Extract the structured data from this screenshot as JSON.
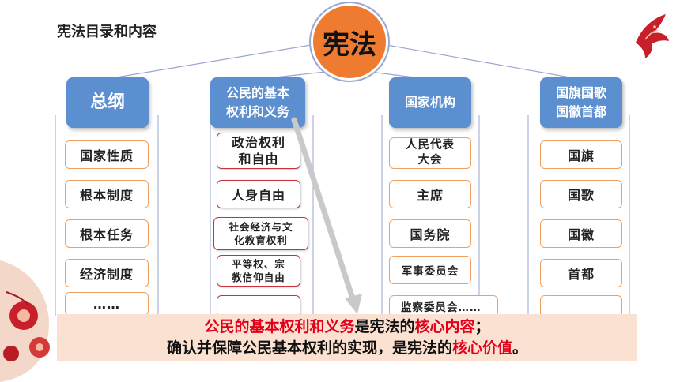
{
  "title": "宪法目录和内容",
  "center": "宪法",
  "columns": [
    {
      "header": [
        "总纲"
      ],
      "items": [
        {
          "lines": [
            "国家性质"
          ]
        },
        {
          "lines": [
            "根本制度"
          ]
        },
        {
          "lines": [
            "根本任务"
          ]
        },
        {
          "lines": [
            "经济制度"
          ]
        },
        {
          "lines": [
            "……"
          ]
        }
      ]
    },
    {
      "header": [
        "公民的基本",
        "权利和义务"
      ],
      "items": [
        {
          "lines": [
            "政治权利",
            "和自由"
          ]
        },
        {
          "lines": [
            "人身自由"
          ]
        },
        {
          "lines": [
            "社会经济与文",
            "化教育权利"
          ]
        },
        {
          "lines": [
            "平等权、宗",
            "教信仰自由"
          ]
        },
        {
          "lines": [
            ""
          ]
        }
      ]
    },
    {
      "header": [
        "国家机构"
      ],
      "items": [
        {
          "lines": [
            "人民代表",
            "大会"
          ]
        },
        {
          "lines": [
            "主席"
          ]
        },
        {
          "lines": [
            "国务院"
          ]
        },
        {
          "lines": [
            "军事委员会"
          ]
        },
        {
          "lines": [
            "监察委员会……"
          ]
        }
      ]
    },
    {
      "header": [
        "国旗国歌",
        "国徽首都"
      ],
      "items": [
        {
          "lines": [
            "国旗"
          ]
        },
        {
          "lines": [
            "国歌"
          ]
        },
        {
          "lines": [
            "国徽"
          ]
        },
        {
          "lines": [
            "首都"
          ]
        },
        {
          "lines": [
            ""
          ]
        }
      ]
    }
  ],
  "banner": {
    "line1": {
      "a": "公民的基本权利和义务",
      "b": "是宪法的",
      "c": "核心内容",
      "d": "；"
    },
    "line2": {
      "a": "确认并保障公民基本权利的实现，是宪法的",
      "b": "核心价值",
      "c": "。"
    }
  },
  "colors": {
    "center_fill": "#ee7b30",
    "header_fill": "#5b8fd0",
    "highlight": "#e2001a",
    "banner_bg": "#fbe1d2",
    "connector": "#9aa6cf",
    "item_border_orange": "#f0a060",
    "item_border_red": "#c8323a",
    "arrow": "#c9c9c9"
  }
}
